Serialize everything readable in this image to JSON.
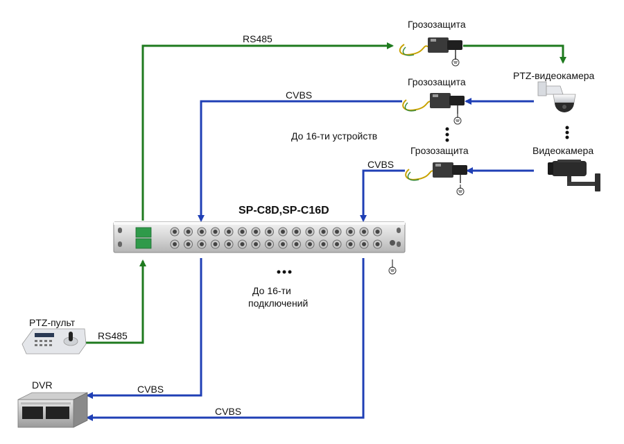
{
  "labels": {
    "rs485_top": "RS485",
    "cvbs_top": "CVBS",
    "cvbs_mid": "CVBS",
    "devices_count": "До 16-ти устройств",
    "unit_model": "SP-C8D,SP-C16D",
    "connections_line1": "До 16-ти",
    "connections_line2": "подключений",
    "rs485_bottom": "RS485",
    "cvbs_dvr1": "CVBS",
    "cvbs_dvr2": "CVBS"
  },
  "devices": {
    "protector_1": "Грозозащита",
    "protector_2": "Грозозащита",
    "protector_3": "Грозозащита",
    "ptz_camera": "PTZ-видеокамера",
    "camera": "Видеокамера",
    "ptz_console": "PTZ-пульт",
    "dvr": "DVR"
  },
  "colors": {
    "rs485_line": "#1e7a1e",
    "cvbs_line": "#1f3fb5",
    "protector_cable": "#c8a200"
  },
  "icons": {
    "ground": "ground-icon",
    "ellipsis": "ellipsis-icon"
  }
}
